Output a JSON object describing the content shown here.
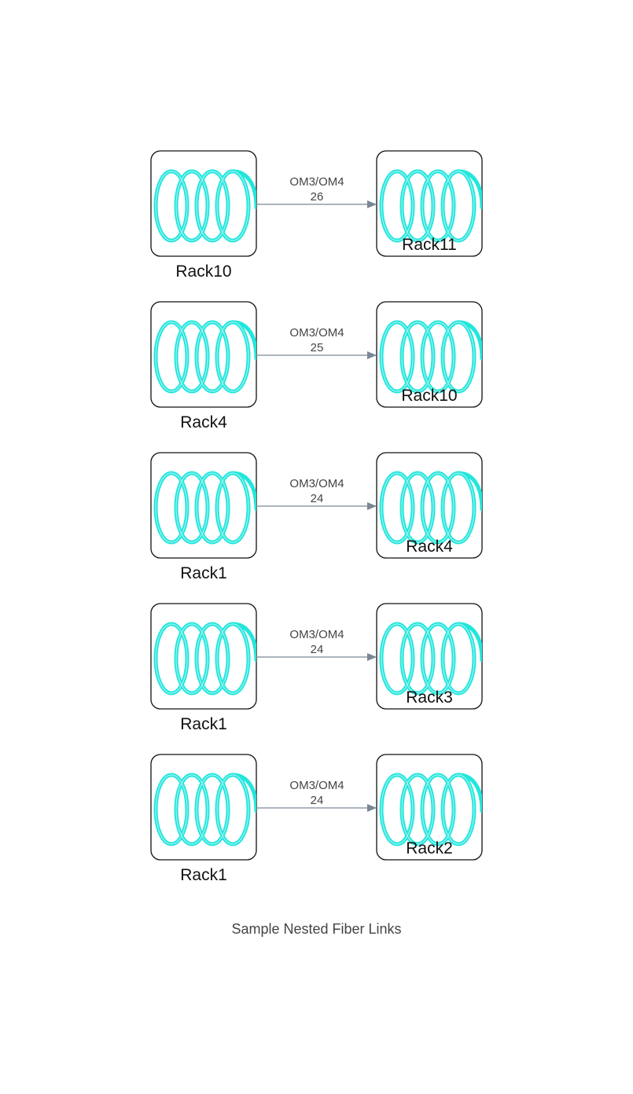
{
  "caption": "Sample Nested Fiber Links",
  "colors": {
    "coil": "#22e6dc",
    "edge": "#7a8794",
    "node_border": "#111111"
  },
  "node_icon": "fiber-coil-icon",
  "links": [
    {
      "source": "Rack10",
      "target": "Rack11",
      "cable": "OM3/OM4",
      "count": "26"
    },
    {
      "source": "Rack4",
      "target": "Rack10",
      "cable": "OM3/OM4",
      "count": "25"
    },
    {
      "source": "Rack1",
      "target": "Rack4",
      "cable": "OM3/OM4",
      "count": "24"
    },
    {
      "source": "Rack1",
      "target": "Rack3",
      "cable": "OM3/OM4",
      "count": "24"
    },
    {
      "source": "Rack1",
      "target": "Rack2",
      "cable": "OM3/OM4",
      "count": "24"
    }
  ]
}
